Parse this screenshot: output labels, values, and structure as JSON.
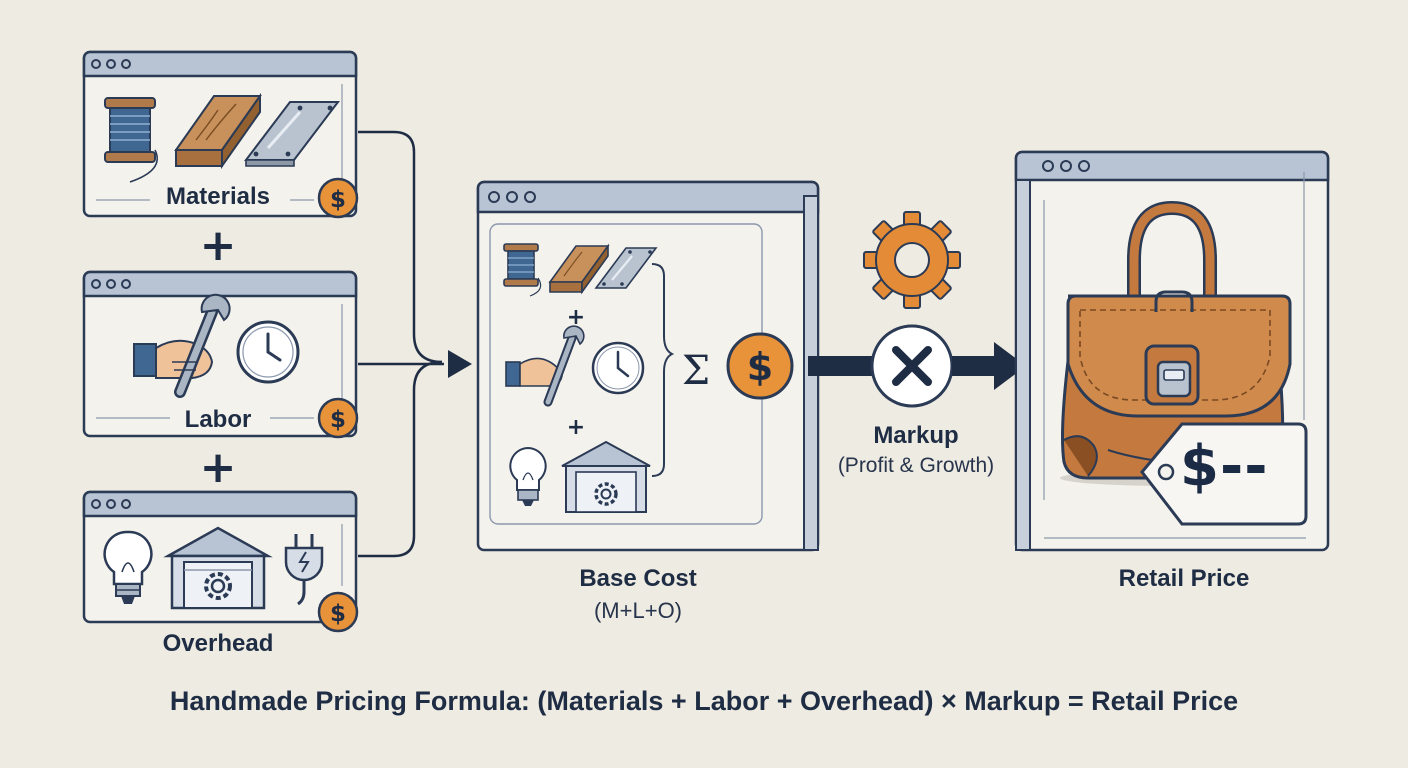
{
  "labels": {
    "materials": "Materials",
    "labor": "Labor",
    "overhead": "Overhead",
    "base_cost": "Base Cost",
    "base_cost_sub": "(M+L+O)",
    "markup": "Markup",
    "markup_sub": "(Profit & Growth)",
    "retail_price": "Retail Price"
  },
  "price_tag": "$--",
  "symbols": {
    "plus": "+",
    "sum": "Σ",
    "dollar": "$"
  },
  "formula": "Handmade Pricing Formula: (Materials + Labor + Overhead) × Markup = Retail Price",
  "colors": {
    "background": "#eeebe2",
    "navy": "#1f2d44",
    "window_header": "#b5c1d2",
    "coin_orange": "#e8923a",
    "gear_orange": "#e38b36",
    "leather": "#c47a3e"
  }
}
